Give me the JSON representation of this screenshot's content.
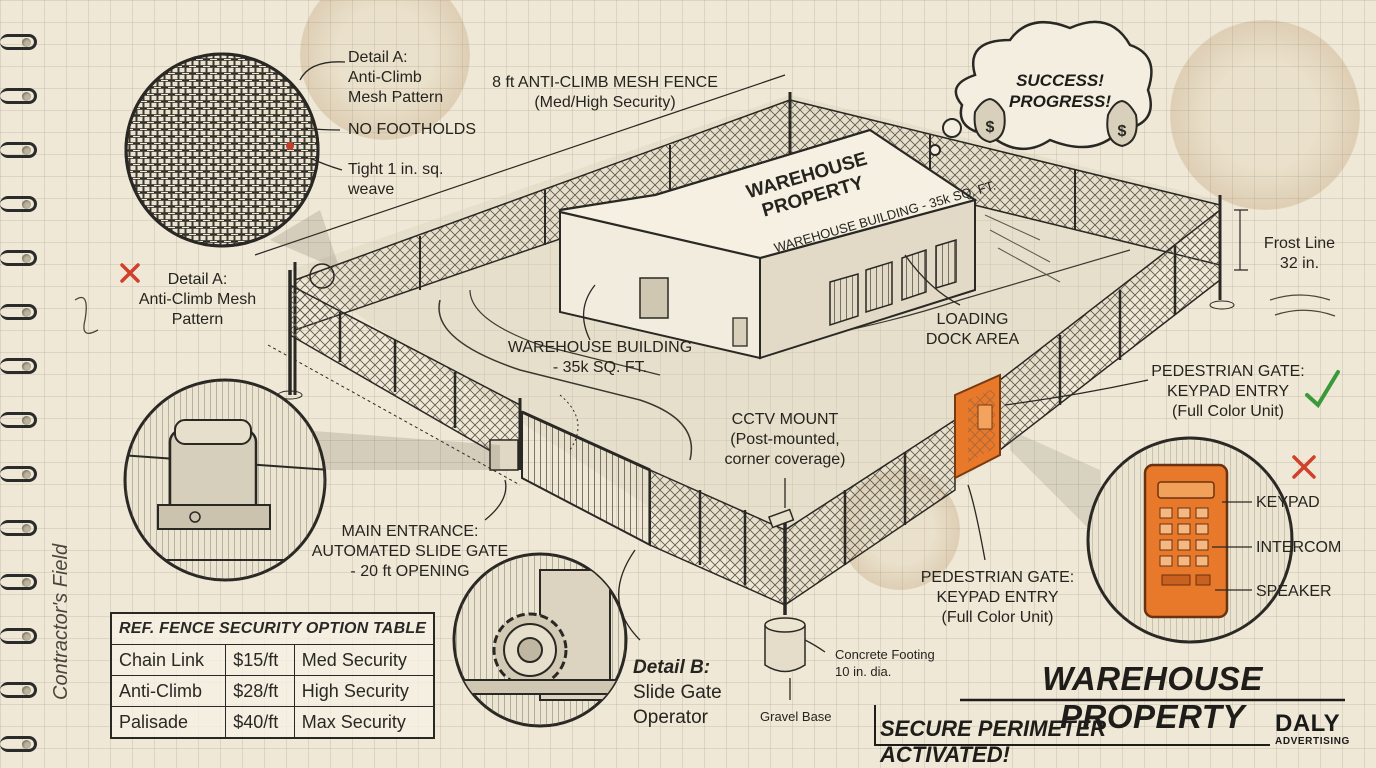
{
  "detail_a": {
    "title_line1": "Detail A:",
    "title_line2": "Anti-Climb",
    "title_line3": "Mesh Pattern",
    "no_footholds": "NO FOOTHOLDS",
    "weave_line1": "Tight 1 in. sq.",
    "weave_line2": "weave"
  },
  "detail_a_rejected": {
    "line1": "Detail A:",
    "line2": "Anti-Climb Mesh",
    "line3": "Pattern"
  },
  "fence_label": {
    "line1": "8 ft ANTI-CLIMB MESH FENCE",
    "line2": "(Med/High Security)"
  },
  "roof_label": {
    "line1": "WAREHOUSE",
    "line2": "PROPERTY"
  },
  "wall_label": "WAREHOUSE BUILDING - 35k SQ. FT.",
  "building_label": {
    "line1": "WAREHOUSE BUILDING",
    "line2": "- 35k SQ. FT."
  },
  "loading_dock": {
    "line1": "LOADING",
    "line2": "DOCK AREA"
  },
  "frost_line": {
    "line1": "Frost Line",
    "line2": "32 in."
  },
  "thought_bubble": {
    "line1": "SUCCESS!",
    "line2": "PROGRESS!"
  },
  "ped_gate_right": {
    "line1": "PEDESTRIAN GATE:",
    "line2": "KEYPAD ENTRY",
    "line3": "(Full Color Unit)"
  },
  "ped_gate_bottom": {
    "line1": "PEDESTRIAN GATE:",
    "line2": "KEYPAD ENTRY",
    "line3": "(Full Color Unit)"
  },
  "cctv": {
    "line1": "CCTV MOUNT",
    "line2": "(Post-mounted,",
    "line3": "corner coverage)"
  },
  "main_entrance": {
    "line1": "MAIN ENTRANCE:",
    "line2": "AUTOMATED SLIDE GATE",
    "line3": "- 20 ft OPENING"
  },
  "keypad_detail": {
    "keypad": "KEYPAD",
    "intercom": "INTERCOM",
    "speaker": "SPEAKER"
  },
  "detail_b": {
    "title": "Detail B:",
    "line2": "Slide Gate",
    "line3": "Operator"
  },
  "footing": {
    "line1": "Concrete Footing",
    "line2": "10 in. dia.",
    "gravel": "Gravel Base"
  },
  "contractor_note": "Contractor's Field",
  "option_table": {
    "title": "REF. FENCE SECURITY OPTION TABLE",
    "rows": [
      {
        "type": "Chain Link",
        "price": "$15/ft",
        "level": "Med Security"
      },
      {
        "type": "Anti-Climb",
        "price": "$28/ft",
        "level": "High Security"
      },
      {
        "type": "Palisade",
        "price": "$40/ft",
        "level": "Max Security"
      }
    ]
  },
  "brand": {
    "title": "WAREHOUSE PROPERTY",
    "subtitle": "SECURE PERIMETER ACTIVATED!",
    "logo_big": "DALY",
    "logo_small": "ADVERTISING"
  },
  "colors": {
    "paper": "#efe8d6",
    "ink": "#2a2824",
    "gate_orange": "#e8782a",
    "check_green": "#3a9a3a",
    "cross_red": "#d0402a"
  }
}
